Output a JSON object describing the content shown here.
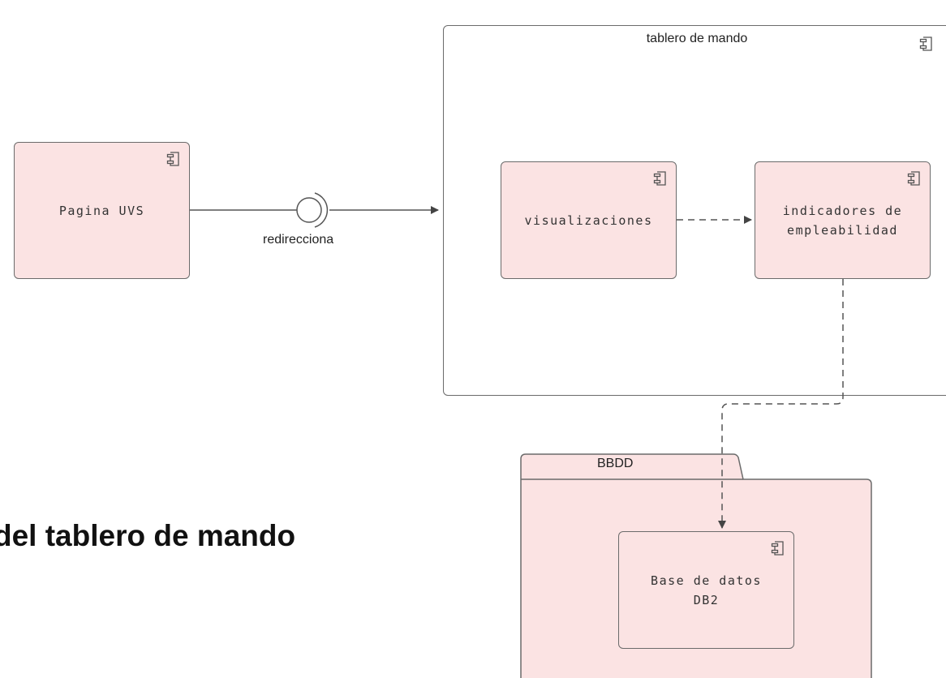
{
  "heading": "del tablero de mando",
  "containers": {
    "tablero": {
      "title": "tablero de mando"
    },
    "bbdd": {
      "title": "BBDD"
    }
  },
  "components": {
    "pagina_uvs": "Pagina UVS",
    "visualizaciones": "visualizaciones",
    "indicadores": "indicadores de\nempleabilidad",
    "base_datos": "Base de datos\nDB2"
  },
  "interface_label": "redirecciona",
  "colors": {
    "component_fill": "#fbe3e3",
    "package_fill": "#fbe3e3",
    "border": "#6b6b6b",
    "line": "#555555"
  },
  "icons": {
    "component": "component-icon",
    "interface": "provided-required-interface-icon"
  }
}
